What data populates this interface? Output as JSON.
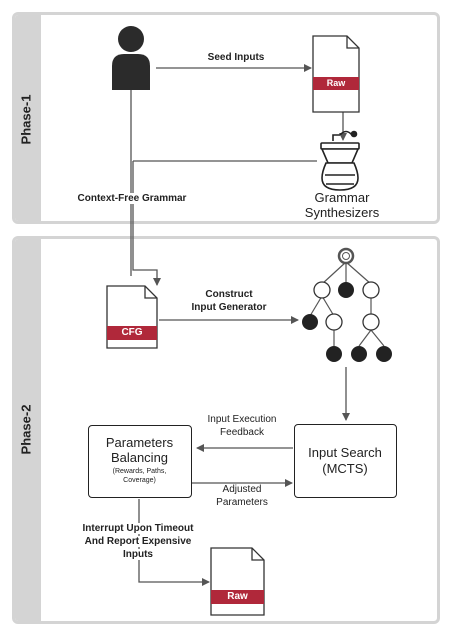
{
  "phase1": {
    "label": "Phase-1"
  },
  "phase2": {
    "label": "Phase-2"
  },
  "labels": {
    "seed_inputs": "Seed Inputs",
    "raw_file_top": "Raw",
    "grammar_synth_line1": "Grammar",
    "grammar_synth_line2": "Synthesizers",
    "context_free_grammar": "Context-Free Grammar",
    "cfg_file": "CFG",
    "construct_line1": "Construct",
    "construct_line2": "Input Generator",
    "exec_feedback_line1": "Input Execution",
    "exec_feedback_line2": "Feedback",
    "adjusted_line1": "Adjusted",
    "adjusted_line2": "Parameters",
    "params_title_line1": "Parameters",
    "params_title_line2": "Balancing",
    "params_sub_line1": "(Rewards, Paths,",
    "params_sub_line2": "Coverage)",
    "input_search_line1": "Input Search",
    "input_search_line2": "(MCTS)",
    "interrupt_line1": "Interrupt Upon Timeout",
    "interrupt_line2": "And Report Expensive",
    "interrupt_line3": "Inputs",
    "raw_file_bottom": "Raw"
  },
  "colors": {
    "band": "#d4d4d4",
    "file_tag": "#b0283a",
    "line": "#555555",
    "node_dark": "#222222"
  },
  "icons": [
    "user-icon",
    "file-icon",
    "grinder-icon",
    "tree-icon"
  ]
}
